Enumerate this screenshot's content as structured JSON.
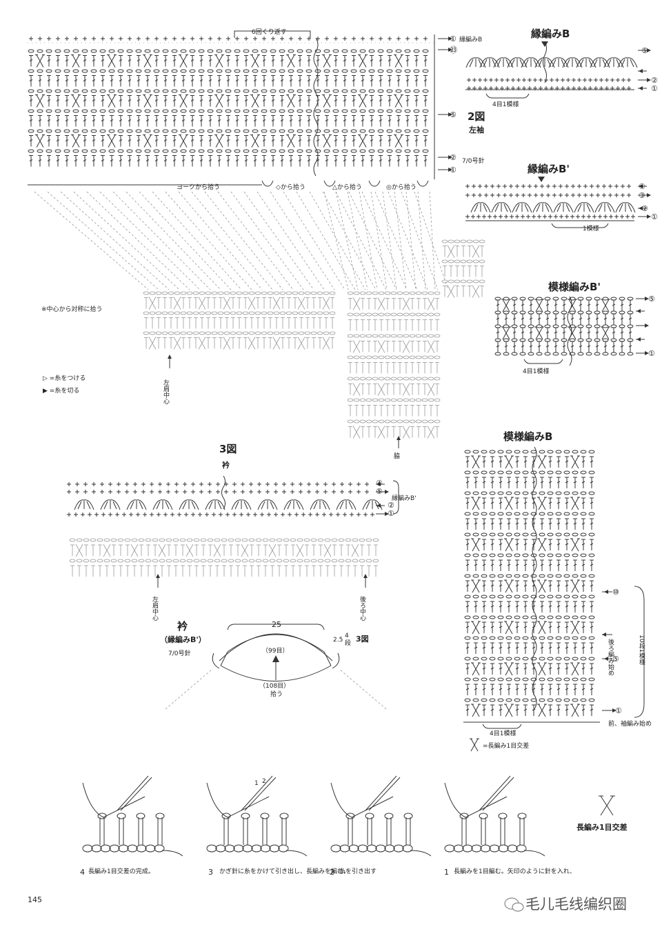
{
  "top_chart": {
    "repeat_label": "6回くり返す",
    "row1_note": "①",
    "row1_label": "縁編みB",
    "row23": "㉓",
    "row5": "⑤",
    "row2": "②",
    "row1b": "①",
    "needle": "7/0号針",
    "fig_label": "2図",
    "fig_sub": "左袖",
    "pick_yoke": "ヨークから拾う",
    "pick_diamond": "◇から拾う",
    "pick_triangle": "△から拾う",
    "pick_circle": "◎から拾う"
  },
  "edge_b": {
    "title": "縁編みB",
    "r5": "⑤",
    "r2": "②",
    "r1": "①",
    "repeat": "4目1模様"
  },
  "edge_b_prime": {
    "title": "縁編みB'",
    "r4": "④",
    "r3": "③",
    "r2": "②",
    "r1": "①",
    "repeat": "1模様"
  },
  "pattern_b_prime": {
    "title": "模様編みB'",
    "r5": "⑤",
    "r1": "①",
    "repeat": "4目1模様"
  },
  "notes": {
    "center_note": "※中心から対称に拾う",
    "attach": "▷ =糸をつける",
    "cut": "▶ =糸を切る",
    "left_shoulder": "左肩中心",
    "side": "脇"
  },
  "collar_chart": {
    "fig_label": "3図",
    "fig_sub": "衿",
    "r4": "④",
    "r5": "⑤",
    "r2": "②",
    "r1": "①",
    "edge_label": "縁編みB'",
    "left_shoulder": "左肩中心",
    "back_center": "後ろ中心"
  },
  "collar_schematic": {
    "title": "衿",
    "subtitle": "（縁編みB'）",
    "needle": "7/0号針",
    "width": "25",
    "inner": "（99目）",
    "outer": "（108目）",
    "pick": "拾う",
    "depth": "2.5",
    "rows_num": "4",
    "rows_unit": "段",
    "fig_ref": "3図"
  },
  "pattern_b": {
    "title": "模様編みB",
    "r10": "⑩",
    "r5": "⑤",
    "r1": "①",
    "back_start": "後ろ編み始め",
    "front_start": "前、袖編み始め",
    "repeat_rows": "10段1模様",
    "repeat": "4目1模様",
    "legend": "=長編み1目交差"
  },
  "steps": {
    "title": "長編み1目交差",
    "s4_num": "4",
    "s4_text": "長編み1目交差の完成。",
    "s3_num": "3",
    "s3_text": "かぎ針に糸をかけて引き出し、長編みを編む。",
    "s2_num": "2",
    "s2_text": "糸を引き出す",
    "s1_num": "1",
    "s1_text": "長編みを1目編む。矢印のように針を入れ、",
    "arrow1": "1",
    "arrow2": "2"
  },
  "footer": {
    "page": "145",
    "watermark": "毛儿毛线编织圈"
  }
}
